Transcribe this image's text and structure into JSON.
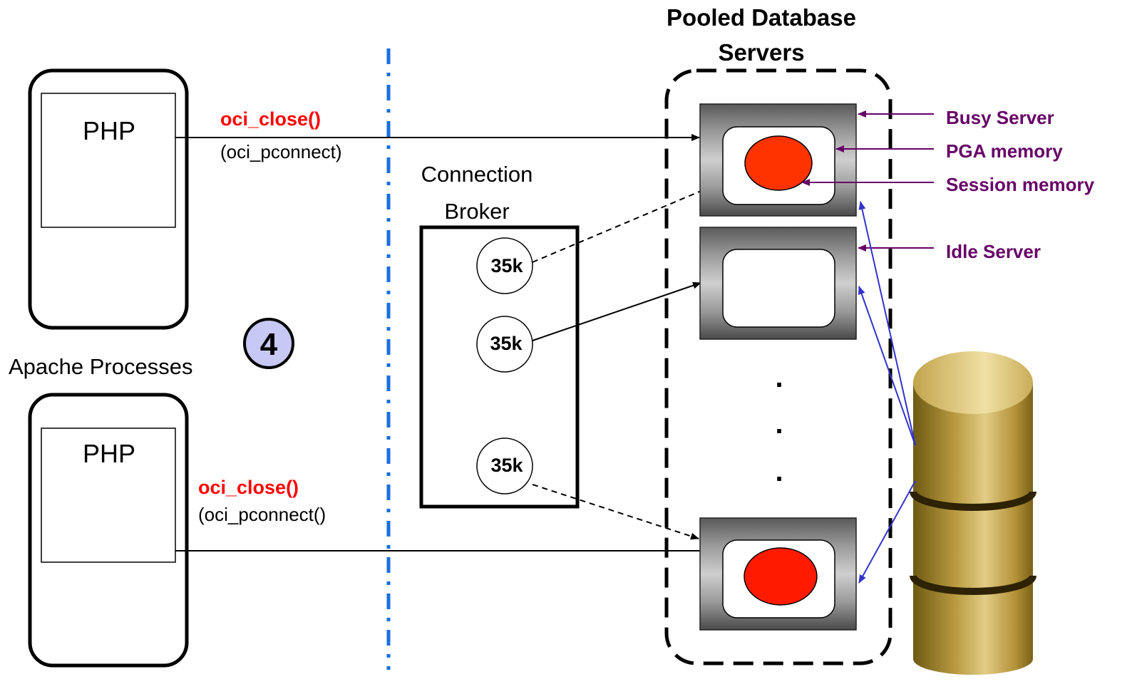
{
  "title": {
    "line1": "Pooled Database",
    "line2": "Servers"
  },
  "apache": {
    "label": "Apache Processes",
    "process_label": "PHP"
  },
  "calls": {
    "top_call": "oci_close()",
    "top_sub": "(oci_pconnect)",
    "bottom_call": "oci_close()",
    "bottom_sub": "(oci_pconnect()"
  },
  "broker": {
    "line1": "Connection",
    "line2": "Broker",
    "connection_label": "35k"
  },
  "step_number": "4",
  "ellipsis": ".",
  "legend": {
    "busy_server": "Busy Server",
    "pga_memory": "PGA memory",
    "session_memory": "Session memory",
    "idle_server": "Idle Server"
  },
  "colors": {
    "call_text": "#ff0000",
    "legend_text": "#660066",
    "divider": "#1a6fe0",
    "database_link": "#3333cc",
    "session_fill": "#ff3300",
    "step_badge": "#c8c8f4",
    "database_body": "#a88a30"
  }
}
